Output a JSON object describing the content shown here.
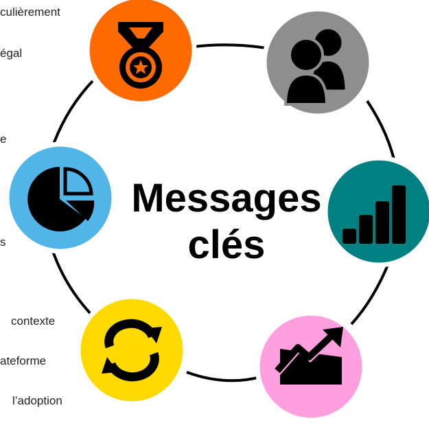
{
  "title": {
    "line1": "Messages",
    "line2": "clés"
  },
  "text_fragments": [
    "culièrement",
    "égal",
    "e",
    "s",
    "contexte",
    "ateforme",
    "l’adoption"
  ],
  "nodes": [
    {
      "name": "medal-icon",
      "color": "#FF6A00"
    },
    {
      "name": "users-icon",
      "color": "#8E8E8E"
    },
    {
      "name": "bar-chart-icon",
      "color": "#008080"
    },
    {
      "name": "trend-up-icon",
      "color": "#FF9FE0"
    },
    {
      "name": "refresh-icon",
      "color": "#FFDA00"
    },
    {
      "name": "pie-chart-icon",
      "color": "#52B5E8"
    }
  ]
}
